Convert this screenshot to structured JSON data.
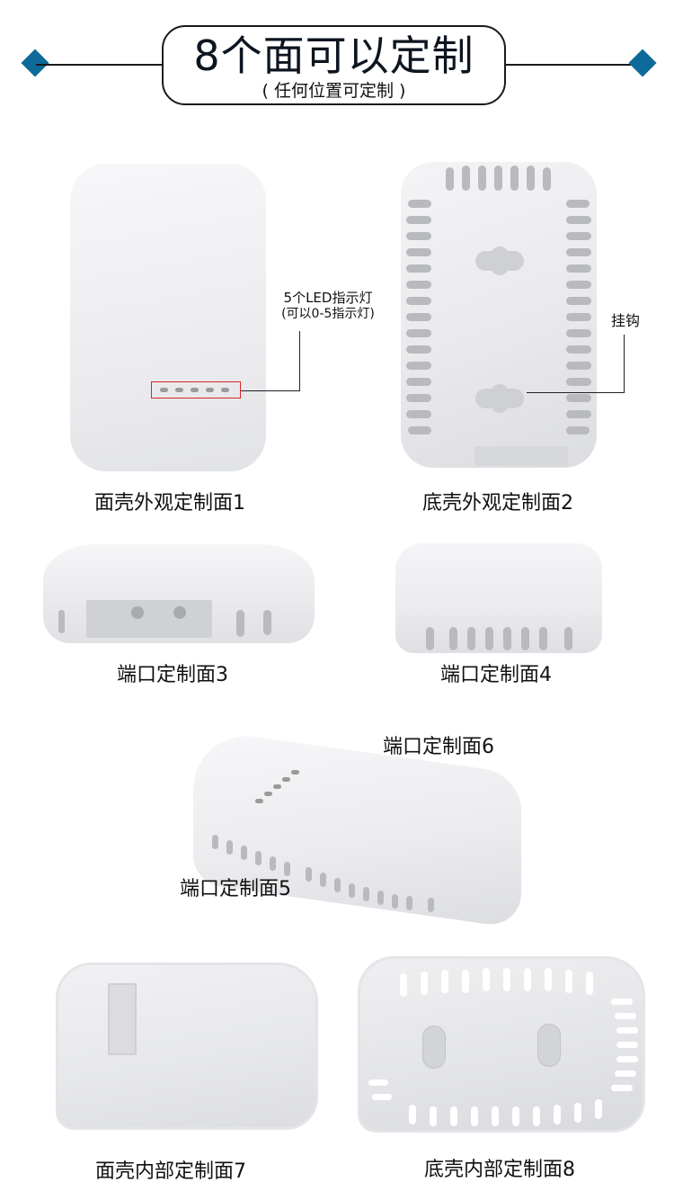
{
  "header": {
    "title": "8个面可以定制",
    "subtitle": "( 任何位置可定制 )",
    "accent_color": "#0e6a98"
  },
  "panels": [
    {
      "id": 1,
      "label": "面壳外观定制面1",
      "callout": {
        "line1": "5个LED指示灯",
        "line2": "(可以0-5指示灯)"
      },
      "led_count": 5
    },
    {
      "id": 2,
      "label": "底壳外观定制面2",
      "callout": {
        "line1": "挂钩"
      }
    },
    {
      "id": 3,
      "label": "端口定制面3"
    },
    {
      "id": 4,
      "label": "端口定制面4"
    },
    {
      "id": 5,
      "label": "端口定制面5"
    },
    {
      "id": 6,
      "label": "端口定制面6"
    },
    {
      "id": 7,
      "label": "面壳内部定制面7"
    },
    {
      "id": 8,
      "label": "底壳内部定制面8"
    }
  ],
  "colors": {
    "led_highlight_box": "#d8262a",
    "text": "#111111"
  }
}
